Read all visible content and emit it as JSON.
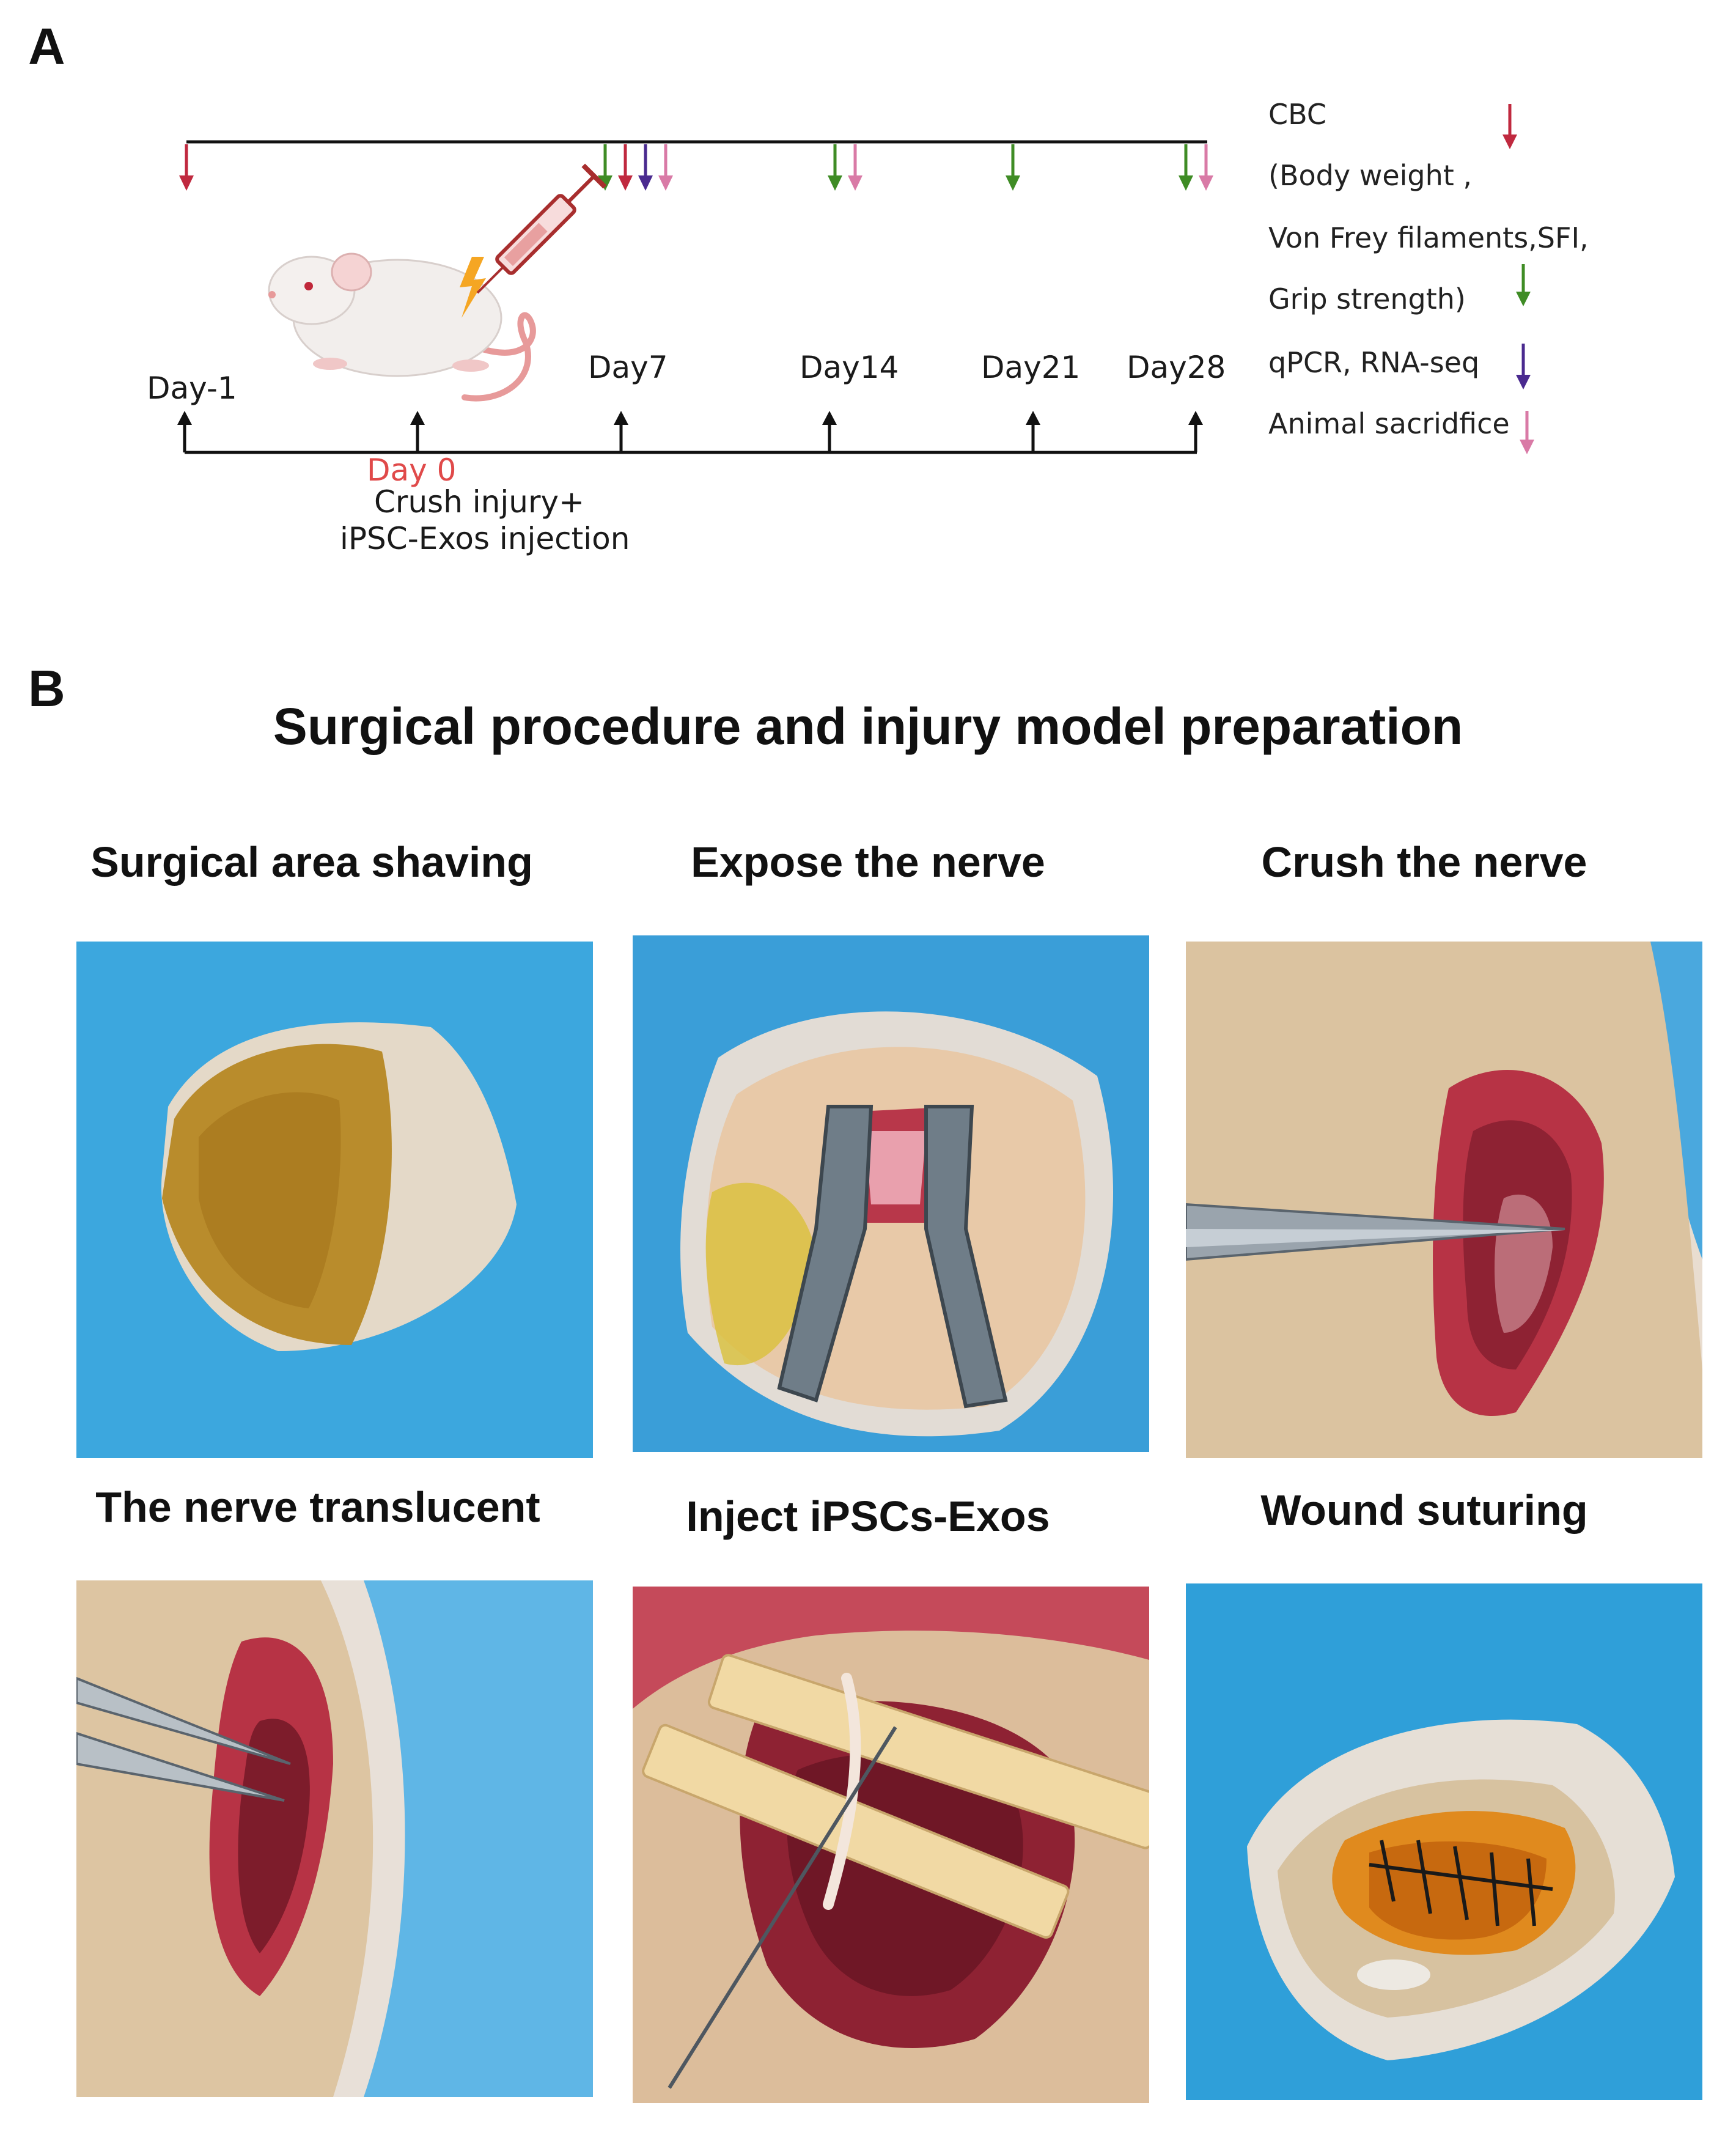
{
  "panel_a": {
    "letter": "A",
    "timeline_top_markers": [
      {
        "position": "Day-1",
        "types": [
          "cbc"
        ]
      },
      {
        "position": "Day7",
        "types": [
          "behavior",
          "cbc",
          "qpcr",
          "sacrifice"
        ]
      },
      {
        "position": "Day14",
        "types": [
          "behavior",
          "sacrifice"
        ]
      },
      {
        "position": "Day21",
        "types": [
          "behavior"
        ]
      },
      {
        "position": "Day28",
        "types": [
          "behavior",
          "sacrifice"
        ]
      }
    ],
    "day_labels": {
      "dm1": "Day-1",
      "d7": "Day7",
      "d14": "Day14",
      "d21": "Day21",
      "d28": "Day28"
    },
    "day0": {
      "label": "Day 0",
      "line1": "Crush  injury+",
      "line2": "iPSC-Exos  injection"
    },
    "legend": {
      "cbc": "CBC",
      "behavior_line1": "(Body weight ,",
      "behavior_line2": " Von Frey filaments,SFI,",
      "behavior_line3": "Grip strength)",
      "qpcr": "qPCR, RNA-seq",
      "sacrifice": "Animal sacridfice"
    },
    "colors": {
      "cbc": "#c0293f",
      "behavior": "#3f8c25",
      "qpcr": "#4a2a8f",
      "sacrifice": "#d97aa6",
      "day0_label": "#e04a4a",
      "axis": "#111111"
    },
    "mouse_icon": "mouse-with-syringe-illustration"
  },
  "panel_b": {
    "letter": "B",
    "title": "Surgical procedure and injury model preparation",
    "photos": [
      {
        "title": "Surgical area shaving",
        "image": "shaved-skin-photo"
      },
      {
        "title": "Expose the nerve",
        "image": "retractor-exposed-nerve-photo"
      },
      {
        "title": "Crush the nerve",
        "image": "forceps-crushing-nerve-photo"
      },
      {
        "title": "The nerve translucent",
        "image": "translucent-nerve-photo"
      },
      {
        "title": "Inject iPSCs-Exos",
        "image": "needle-injection-photo"
      },
      {
        "title": "Wound suturing",
        "image": "sutured-wound-photo"
      }
    ]
  }
}
